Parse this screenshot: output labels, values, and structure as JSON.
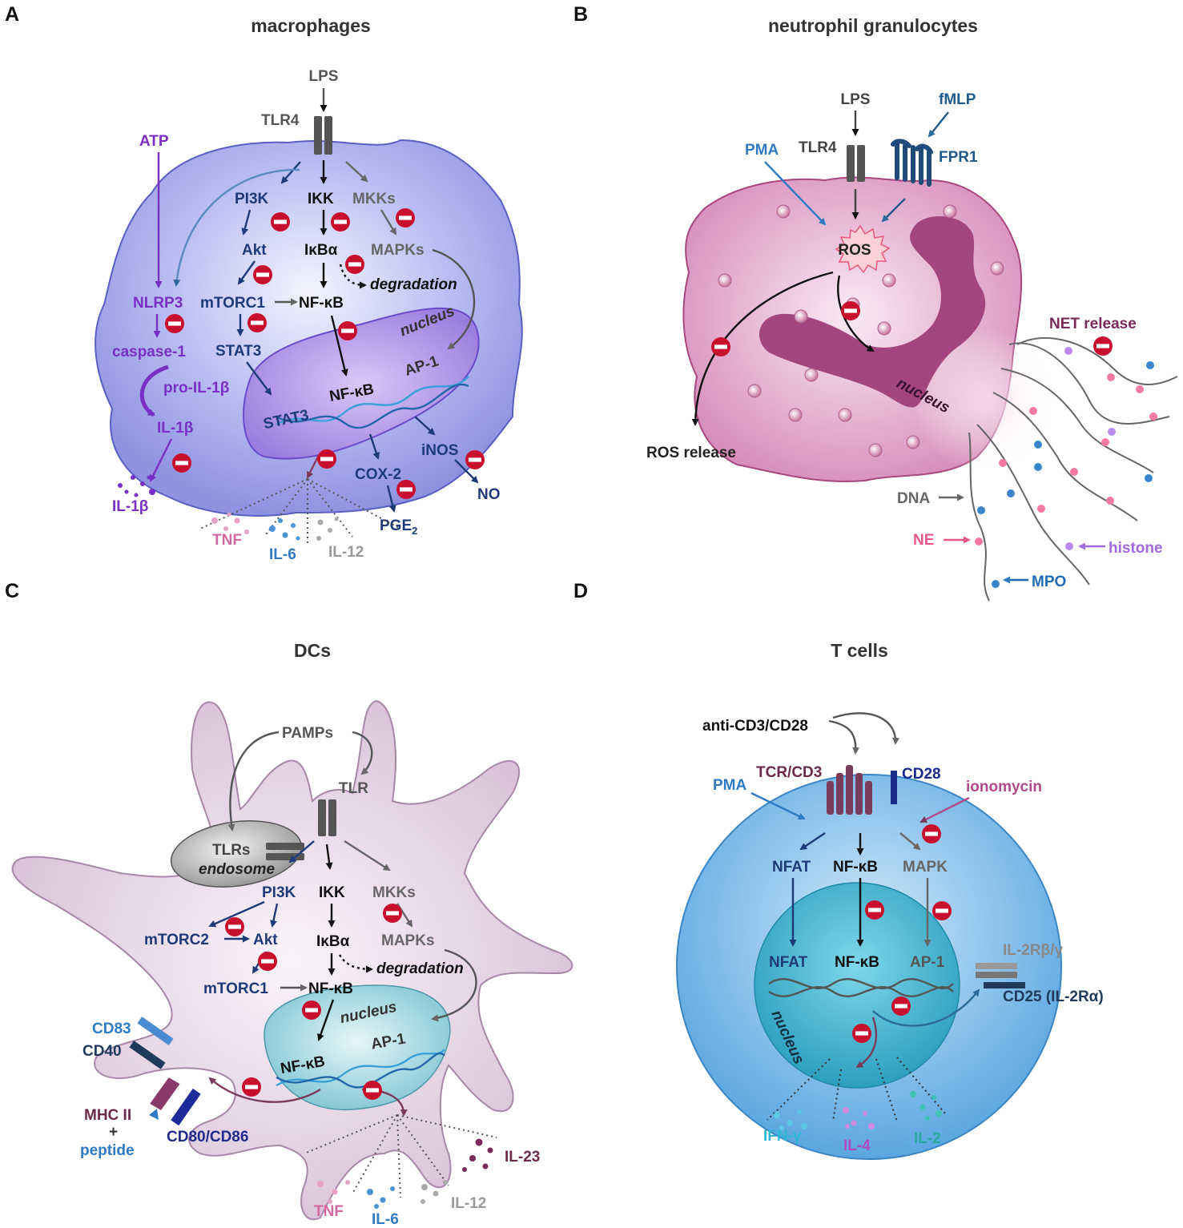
{
  "panels": [
    {
      "letter": "A",
      "title": "macrophages"
    },
    {
      "letter": "B",
      "title": "neutrophil granulocytes"
    },
    {
      "letter": "C",
      "title": "DCs"
    },
    {
      "letter": "D",
      "title": "T cells"
    }
  ],
  "macrophage": {
    "lps": "LPS",
    "tlr4": "TLR4",
    "atp": "ATP",
    "pi3k": "PI3K",
    "ikk": "IKK",
    "mkks": "MKKs",
    "akt": "Akt",
    "ikba": "IκBα",
    "mapks": "MAPKs",
    "degradation": "degradation",
    "nlrp3": "NLRP3",
    "mtorc1": "mTORC1",
    "nfkb": "NF-κB",
    "caspase1": "caspase-1",
    "stat3": "STAT3",
    "nucleus": "nucleus",
    "nuc_ap1": "AP-1",
    "nuc_nfkb": "NF-κB",
    "nuc_stat3": "STAT3",
    "pro_il1b": "pro-IL-1β",
    "il1b": "IL-1β",
    "il1b_out": "IL-1β",
    "inos": "iNOS",
    "cox2": "COX-2",
    "no": "NO",
    "pge2": "PGE",
    "pge2_sub": "2",
    "tnf": "TNF",
    "il6": "IL-6",
    "il12": "IL-12"
  },
  "neutrophil": {
    "lps": "LPS",
    "fmlp": "fMLP",
    "pma": "PMA",
    "tlr4": "TLR4",
    "fpr1": "FPR1",
    "ros": "ROS",
    "net_release": "NET release",
    "nucleus": "nucleus",
    "ros_release": "ROS release",
    "dna": "DNA",
    "ne": "NE",
    "histone": "histone",
    "mpo": "MPO"
  },
  "dc": {
    "pamps": "PAMPs",
    "tlr": "TLR",
    "tlrs": "TLRs",
    "endosome": "endosome",
    "pi3k": "PI3K",
    "ikk": "IKK",
    "mkks": "MKKs",
    "mtorc2": "mTORC2",
    "akt": "Akt",
    "ikba": "IκBα",
    "mapks": "MAPKs",
    "degradation": "degradation",
    "mtorc1": "mTORC1",
    "nfkb": "NF-κB",
    "nucleus": "nucleus",
    "nuc_nfkb": "NF-κB",
    "nuc_ap1": "AP-1",
    "cd83": "CD83",
    "cd40": "CD40",
    "mhc2": "MHC II",
    "plus": "+",
    "peptide": "peptide",
    "cd80_86": "CD80/CD86",
    "il23": "IL-23",
    "tnf": "TNF",
    "il6": "IL-6",
    "il12": "IL-12"
  },
  "tcell": {
    "anti_cd3": "anti-CD3/CD28",
    "tcr": "TCR/CD3",
    "cd28": "CD28",
    "pma": "PMA",
    "ionomycin": "ionomycin",
    "nfat": "NFAT",
    "nfkb": "NF-κB",
    "mapk": "MAPK",
    "nuc_nfat": "NFAT",
    "nuc_nfkb": "NF-κB",
    "nuc_ap1": "AP-1",
    "il2rbg": "IL-2Rβ/γ",
    "cd25": "CD25 (IL-2Rα)",
    "nucleus": "nucleus",
    "ifng": "IFN-γ",
    "il4": "IL-4",
    "il2": "IL-2"
  },
  "colors": {
    "dark_navy": "#1f3a78",
    "purple": "#7a2fc4",
    "gray": "#666666",
    "blue": "#2f7bc4",
    "pink": "#e8588c",
    "violet": "#b07ae8",
    "maroon": "#6b2a4a",
    "teal": "#2aa9a0",
    "cyan": "#2fb6d6",
    "red_inhibitor": "#c8102e"
  }
}
